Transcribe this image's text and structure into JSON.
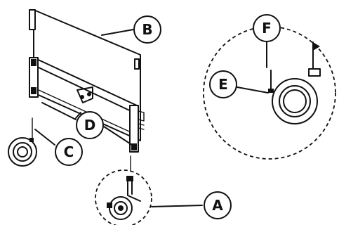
{
  "callouts": [
    {
      "id": "A",
      "label": "A"
    },
    {
      "id": "B",
      "label": "B"
    },
    {
      "id": "C",
      "label": "C"
    },
    {
      "id": "D",
      "label": "D"
    },
    {
      "id": "E",
      "label": "E"
    },
    {
      "id": "F",
      "label": "F"
    }
  ],
  "colors": {
    "line": "#111111",
    "background": "#ffffff"
  }
}
